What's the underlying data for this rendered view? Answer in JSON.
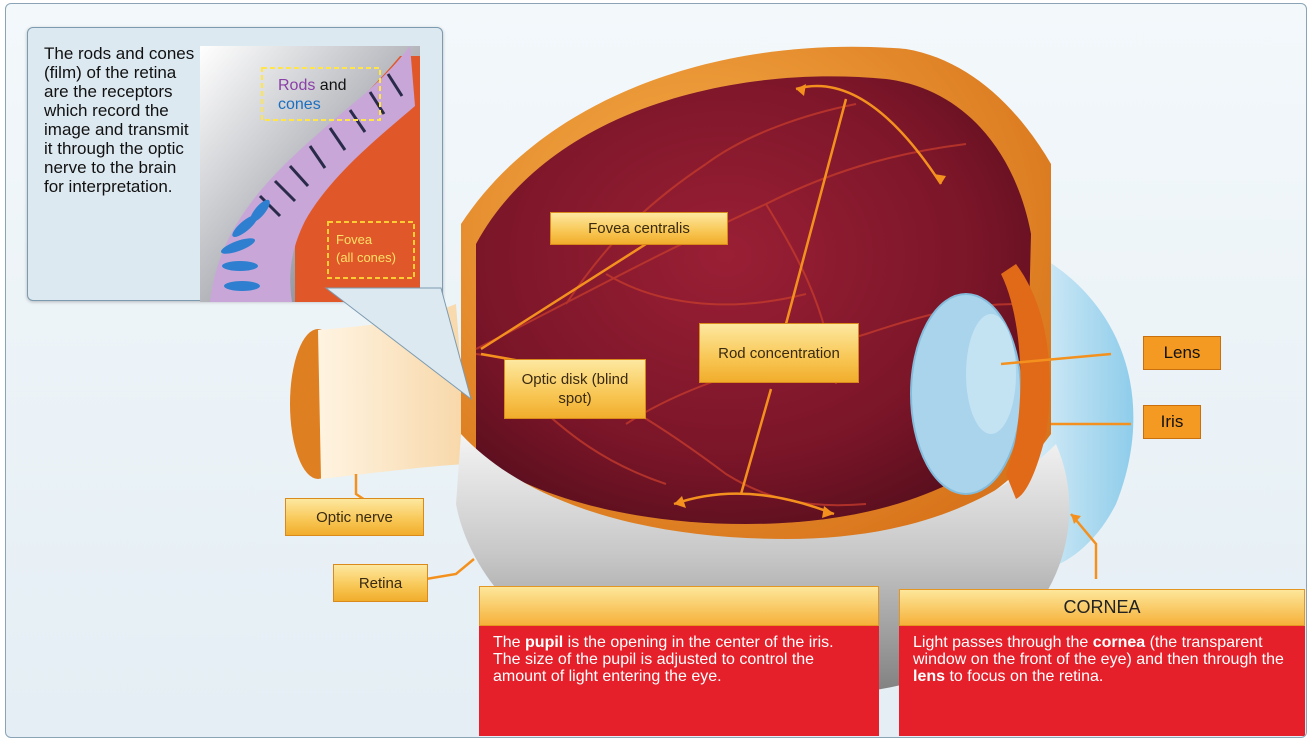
{
  "callout": {
    "text": "The rods and cones (film) of the retina are the receptors which record the image and transmit it through the optic nerve to the brain for interpretation.",
    "inset_label_rods": "Rods",
    "inset_label_and": " and",
    "inset_label_cones": "cones",
    "inset_label_fovea_1": "Fovea",
    "inset_label_fovea_2": "(all cones)"
  },
  "labels": {
    "fovea_centralis": "Fovea centralis",
    "rod_concentration": "Rod concentration",
    "optic_disk": "Optic disk (blind spot)",
    "optic_nerve": "Optic nerve",
    "retina": "Retina",
    "lens": "Lens",
    "iris": "Iris"
  },
  "pupil_panel": {
    "text_start": "The ",
    "text_bold": "pupil",
    "text_end": " is the opening in the center of the iris. The size of the pupil is adjusted to control the amount of light entering the eye."
  },
  "cornea_panel": {
    "title": "CORNEA",
    "t1": "Light passes through the ",
    "b1": "cornea",
    "t2": " (the transparent window on the front of the eye) and then through the ",
    "b2": "lens",
    "t3": " to focus on the retina."
  },
  "colors": {
    "label_fill": "#f8c653",
    "label_border": "#d98a1a",
    "panel_red": "#e5202a",
    "arrow": "#f4911e",
    "retina_dark": "#8e1c2a"
  }
}
